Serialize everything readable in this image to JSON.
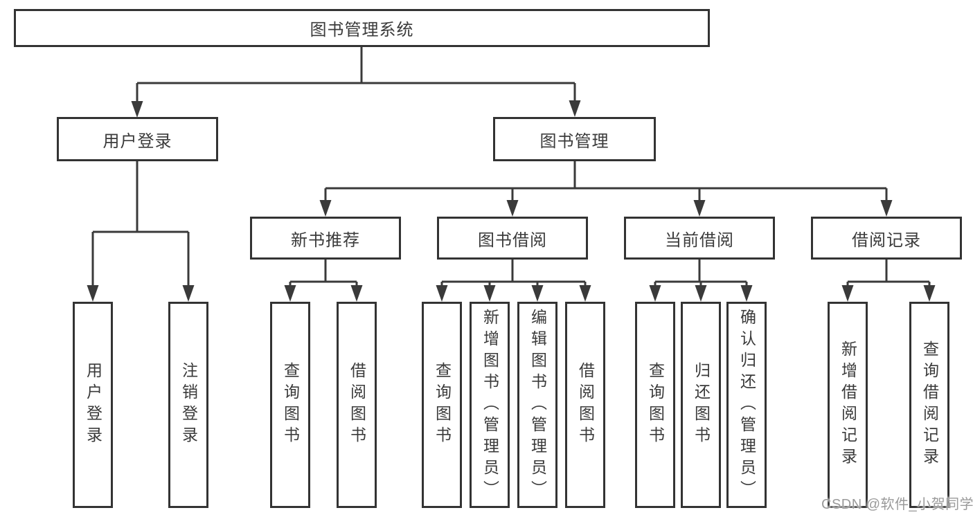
{
  "tree": {
    "root": {
      "label": "图书管理系统",
      "children": [
        {
          "label": "用户登录",
          "children": [
            {
              "label": "用户登录"
            },
            {
              "label": "注销登录"
            }
          ]
        },
        {
          "label": "图书管理",
          "children": [
            {
              "label": "新书推荐",
              "children": [
                {
                  "label": "查询图书"
                },
                {
                  "label": "借阅图书"
                }
              ]
            },
            {
              "label": "图书借阅",
              "children": [
                {
                  "label": "查询图书"
                },
                {
                  "label": "新增图书（管理员）"
                },
                {
                  "label": "编辑图书（管理员）"
                },
                {
                  "label": "借阅图书"
                }
              ]
            },
            {
              "label": "当前借阅",
              "children": [
                {
                  "label": "查询图书"
                },
                {
                  "label": "归还图书"
                },
                {
                  "label": "确认归还（管理员）"
                }
              ]
            },
            {
              "label": "借阅记录",
              "children": [
                {
                  "label": "新增借阅记录"
                },
                {
                  "label": "查询借阅记录"
                }
              ]
            }
          ]
        }
      ]
    }
  },
  "colors": {
    "box_border": "#333333",
    "line": "#3a3a3a",
    "text": "#3a3a3a",
    "watermark": "#9a9a9a",
    "background": "#ffffff"
  },
  "watermark": {
    "text": "CSDN @软件_小贺同学"
  }
}
